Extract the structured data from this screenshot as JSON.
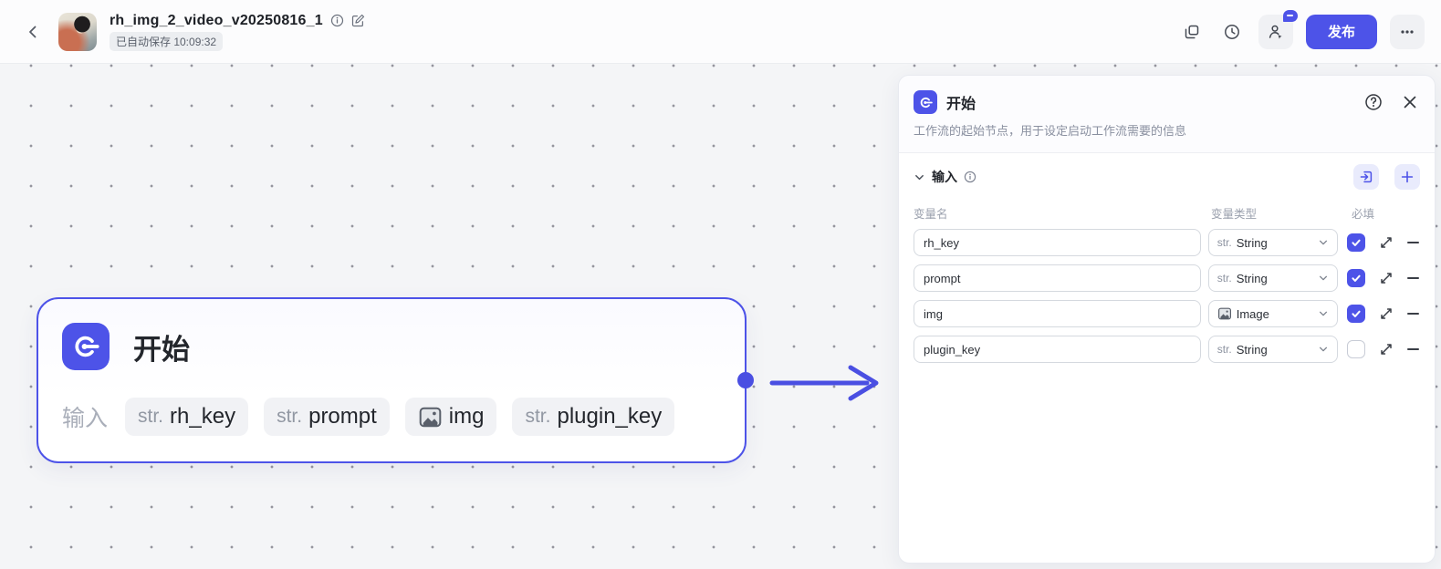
{
  "topbar": {
    "title": "rh_img_2_video_v20250816_1",
    "autosave_badge": "已自动保存 10:09:32",
    "publish_label": "发布"
  },
  "canvas": {
    "node": {
      "title": "开始",
      "input_label": "输入",
      "tags": [
        {
          "kind": "str",
          "prefix": "str.",
          "label": "rh_key"
        },
        {
          "kind": "str",
          "prefix": "str.",
          "label": "prompt"
        },
        {
          "kind": "image",
          "label": "img"
        },
        {
          "kind": "str",
          "prefix": "str.",
          "label": "plugin_key"
        }
      ]
    }
  },
  "panel": {
    "title": "开始",
    "description": "工作流的起始节点，用于设定启动工作流需要的信息",
    "input_section": {
      "label": "输入",
      "columns": {
        "name": "变量名",
        "type": "变量类型",
        "required": "必填"
      },
      "rows": [
        {
          "name": "rh_key",
          "kind": "str",
          "prefix": "str.",
          "type": "String",
          "required": true
        },
        {
          "name": "prompt",
          "kind": "str",
          "prefix": "str.",
          "type": "String",
          "required": true
        },
        {
          "name": "img",
          "kind": "image",
          "type": "Image",
          "required": true
        },
        {
          "name": "plugin_key",
          "kind": "str",
          "prefix": "str.",
          "type": "String",
          "required": false
        }
      ]
    }
  },
  "colors": {
    "accent": "#4d53e8",
    "edge": "#4a4fe2"
  },
  "icons": {
    "back": "chevron-left",
    "info": "info-circle",
    "edit": "pencil-square",
    "duplicate": "overlapping-squares",
    "history": "clock",
    "collaboration": "person",
    "more": "ellipsis",
    "start_node": "power-start",
    "help": "question-circle",
    "close": "x",
    "collapse": "chevron-down",
    "import": "arrow-into-box",
    "add": "plus",
    "expand": "diagonal-arrows",
    "remove": "minus",
    "image_type": "picture",
    "connector": "arrow-right"
  }
}
